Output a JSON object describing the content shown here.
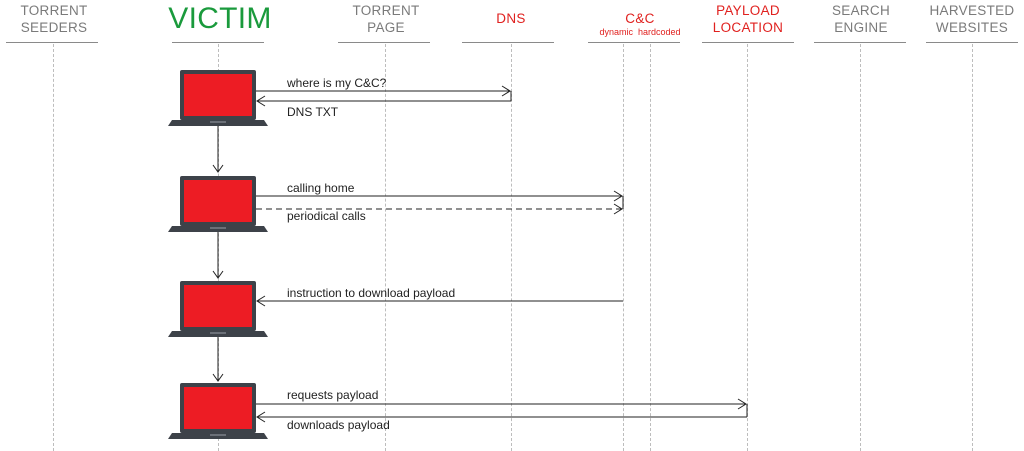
{
  "columns": {
    "torrent_seeders": "TORRENT\nSEEDERS",
    "victim": "VICTIM",
    "torrent_page": "TORRENT\nPAGE",
    "dns": "DNS",
    "cc": "C&C",
    "cc_sub_dynamic": "dynamic",
    "cc_sub_hardcoded": "hardcoded",
    "payload_location": "PAYLOAD\nLOCATION",
    "search_engine": "SEARCH\nENGINE",
    "harvested_websites": "HARVESTED\nWEBSITES"
  },
  "messages": {
    "where_cc": "where is my C&C?",
    "dns_txt": "DNS TXT",
    "calling_home": "calling home",
    "periodical_calls": "periodical calls",
    "instruction": "instruction to download payload",
    "requests_payload": "requests payload",
    "downloads_payload": "downloads payload"
  },
  "colors": {
    "victim_green": "#1a9a3c",
    "highlight_red": "#e0211f",
    "laptop_screen": "#ed1c24",
    "laptop_body": "#3d4249",
    "lifeline_gray": "#bdbdbd"
  },
  "icons": [
    "laptop-icon"
  ]
}
